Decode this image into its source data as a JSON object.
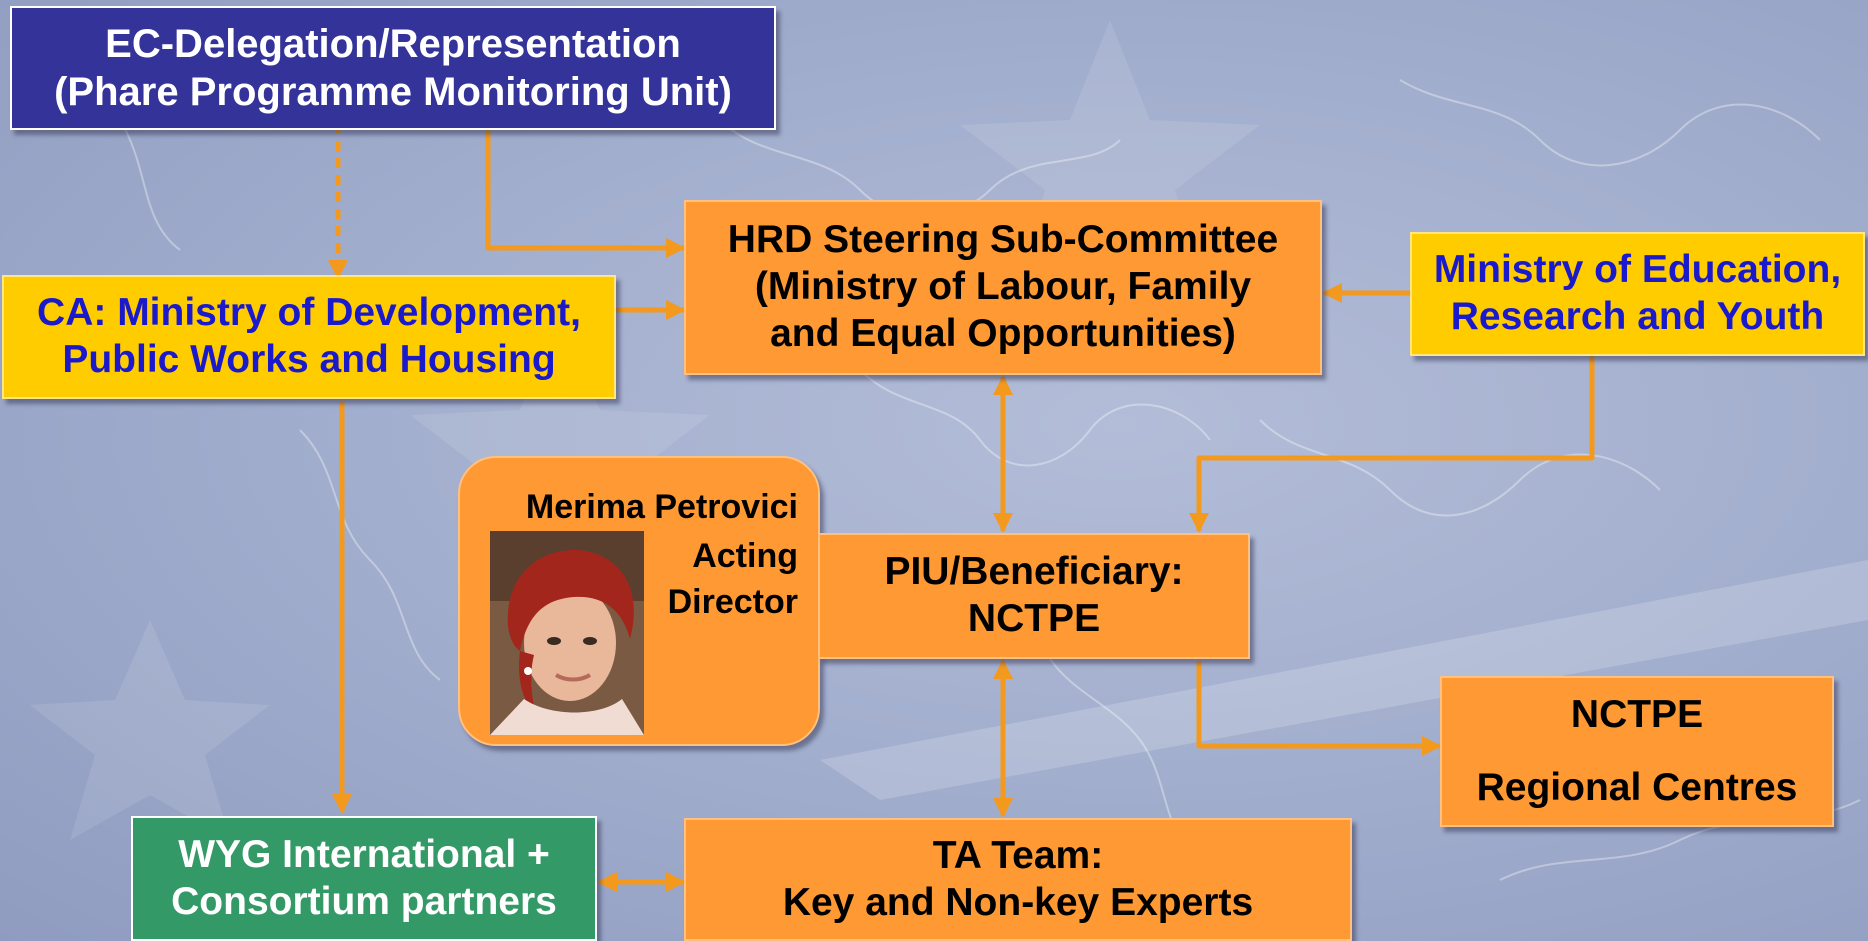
{
  "diagram": {
    "nodes": {
      "ec_delegation": {
        "lines": [
          "EC-Delegation/Representation",
          "(Phare Programme Monitoring Unit)"
        ]
      },
      "hrd_committee": {
        "lines": [
          "HRD Steering Sub-Committee",
          "(Ministry of Labour, Family",
          "and Equal Opportunities)"
        ]
      },
      "ca_ministry": {
        "lines": [
          "CA: Ministry of Development,",
          "Public Works and Housing"
        ]
      },
      "ministry_education": {
        "lines": [
          "Ministry of Education,",
          "Research and Youth"
        ]
      },
      "director": {
        "name": "Merima Petrovici",
        "role_lines": [
          "Acting",
          "Director"
        ]
      },
      "piu_beneficiary": {
        "lines": [
          "PIU/Beneficiary:",
          "NCTPE"
        ]
      },
      "nctpe_regional": {
        "lines": [
          "NCTPE",
          "Regional Centres"
        ]
      },
      "wyg_consortium": {
        "lines": [
          "WYG International +",
          "Consortium partners"
        ]
      },
      "ta_team": {
        "lines": [
          "TA Team:",
          "Key and Non-key Experts"
        ]
      }
    },
    "edges": [
      {
        "from": "ec_delegation",
        "to": "ca_ministry",
        "style": "dashed",
        "arrow": "end"
      },
      {
        "from": "ec_delegation",
        "to": "hrd_committee",
        "style": "solid",
        "arrow": "end"
      },
      {
        "from": "ca_ministry",
        "to": "hrd_committee",
        "style": "solid",
        "arrow": "end"
      },
      {
        "from": "ministry_education",
        "to": "hrd_committee",
        "style": "solid",
        "arrow": "end"
      },
      {
        "from": "ministry_education",
        "to": "piu_beneficiary",
        "style": "solid",
        "arrow": "end"
      },
      {
        "from": "hrd_committee",
        "to": "piu_beneficiary",
        "style": "solid",
        "arrow": "both"
      },
      {
        "from": "ca_ministry",
        "to": "wyg_consortium",
        "style": "solid",
        "arrow": "end"
      },
      {
        "from": "piu_beneficiary",
        "to": "nctpe_regional",
        "style": "solid",
        "arrow": "end"
      },
      {
        "from": "piu_beneficiary",
        "to": "ta_team",
        "style": "solid",
        "arrow": "both"
      },
      {
        "from": "wyg_consortium",
        "to": "ta_team",
        "style": "solid",
        "arrow": "both"
      }
    ]
  },
  "colors": {
    "navy_box": "#333399",
    "yellow_box": "#ffcc00",
    "yellow_text": "#1a1acc",
    "orange_box": "#ff9933",
    "green_box": "#339966",
    "connector": "#f39a1e"
  },
  "icons": {
    "background": "europe-map-with-eu-stars",
    "photo": "portrait-photo"
  }
}
